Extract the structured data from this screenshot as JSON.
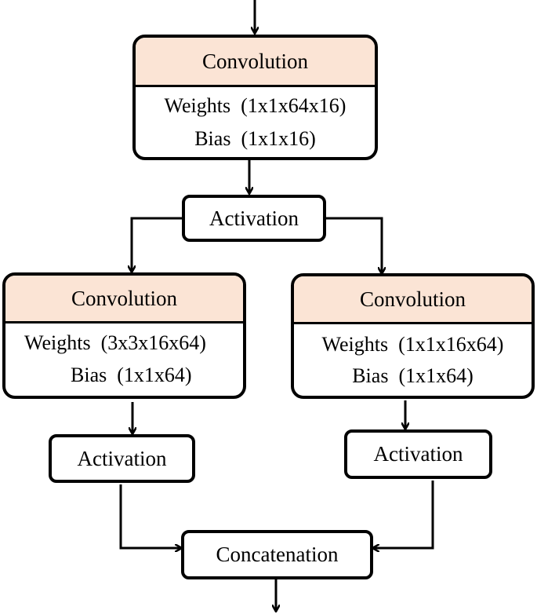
{
  "top_conv": {
    "title": "Convolution",
    "weights": "Weights  (1x1x64x16)",
    "bias": "Bias  (1x1x16)"
  },
  "activation_main": {
    "label": "Activation"
  },
  "left_conv": {
    "title": "Convolution",
    "weights": "Weights  (3x3x16x64)",
    "bias": "Bias  (1x1x64)"
  },
  "right_conv": {
    "title": "Convolution",
    "weights": "Weights  (1x1x16x64)",
    "bias": "Bias  (1x1x64)"
  },
  "activation_left": {
    "label": "Activation"
  },
  "activation_right": {
    "label": "Activation"
  },
  "concat": {
    "label": "Concatenation"
  },
  "colors": {
    "header_fill": "#fbe4d5",
    "stroke": "#000000"
  }
}
